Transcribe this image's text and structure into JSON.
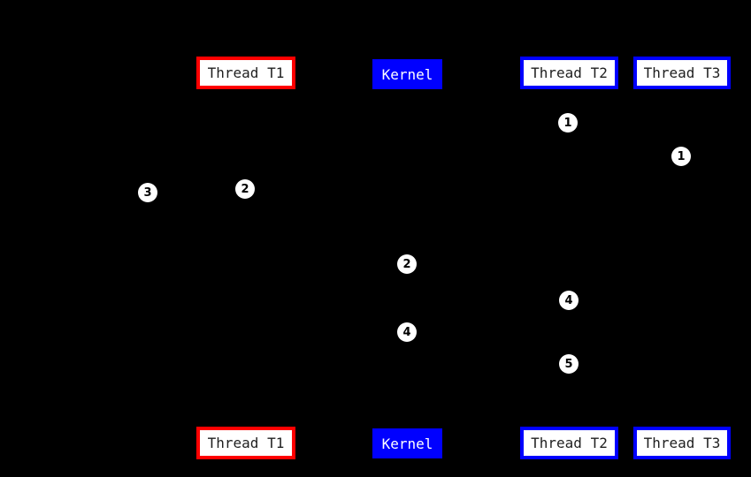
{
  "diagram": {
    "type": "sequence-diagram",
    "background_color": "#000000",
    "colors": {
      "thread_t1_border": "#ff0000",
      "thread_border": "#0000ff",
      "kernel_fill": "#0000ff",
      "kernel_text": "#ffffff",
      "box_fill": "#ffffff",
      "box_text": "#1f1f1f",
      "marker_fill": "#ffffff",
      "marker_text": "#000000"
    },
    "participants": [
      {
        "id": "thread-t1",
        "label": "Thread T1",
        "style": "red-border"
      },
      {
        "id": "kernel",
        "label": "Kernel",
        "style": "blue-fill"
      },
      {
        "id": "thread-t2",
        "label": "Thread T2",
        "style": "blue-border"
      },
      {
        "id": "thread-t3",
        "label": "Thread T3",
        "style": "blue-border"
      }
    ],
    "markers": [
      {
        "number": "1",
        "lane": "thread-t2"
      },
      {
        "number": "1",
        "lane": "thread-t3"
      },
      {
        "number": "2",
        "lane": "thread-t1"
      },
      {
        "number": "3",
        "lane": "left-of-thread-t1"
      },
      {
        "number": "2",
        "lane": "kernel"
      },
      {
        "number": "4",
        "lane": "kernel"
      },
      {
        "number": "4",
        "lane": "thread-t2"
      },
      {
        "number": "5",
        "lane": "thread-t2"
      }
    ]
  }
}
